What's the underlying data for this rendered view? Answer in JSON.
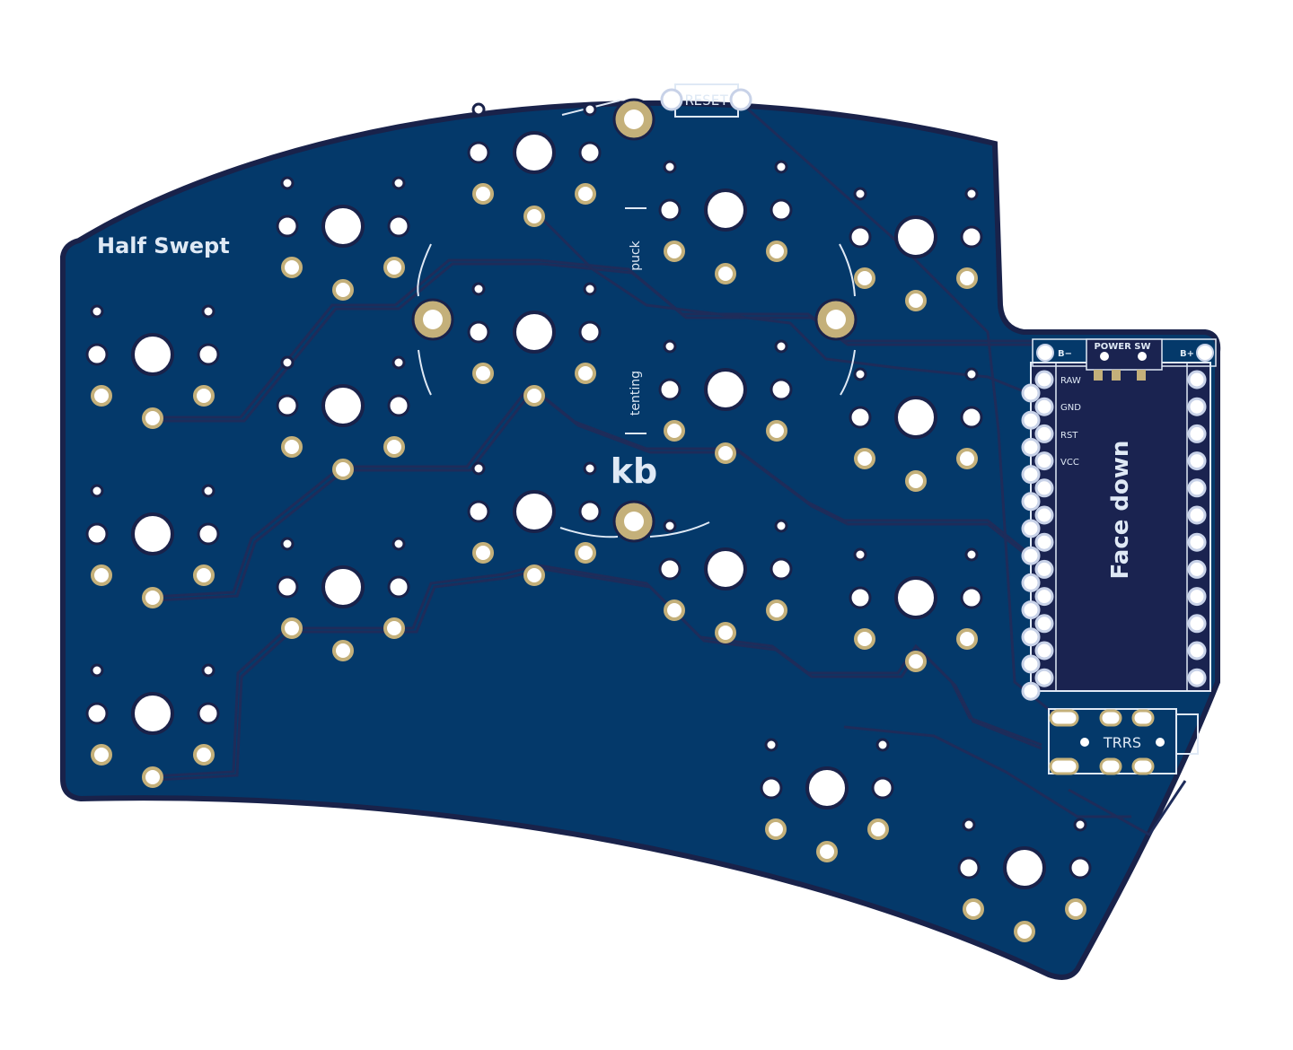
{
  "board": {
    "title": "Half Swept",
    "labels": {
      "reset": "RESET",
      "puck": "puck",
      "tenting": "tenting",
      "logo": "kb",
      "power_switch": "POWER SW",
      "battery_neg": "B−",
      "battery_pos": "B+",
      "raw": "RAW",
      "gnd": "GND",
      "rst": "RST",
      "vcc": "VCC",
      "orientation": "Face down",
      "trrs": "TRRS"
    }
  },
  "colors": {
    "board_fill": "#04396a",
    "board_edge": "#19224a",
    "trace": "#1e2c5a",
    "pad_gold": "#c4b07a",
    "silkscreen": "#dfe9f5"
  }
}
